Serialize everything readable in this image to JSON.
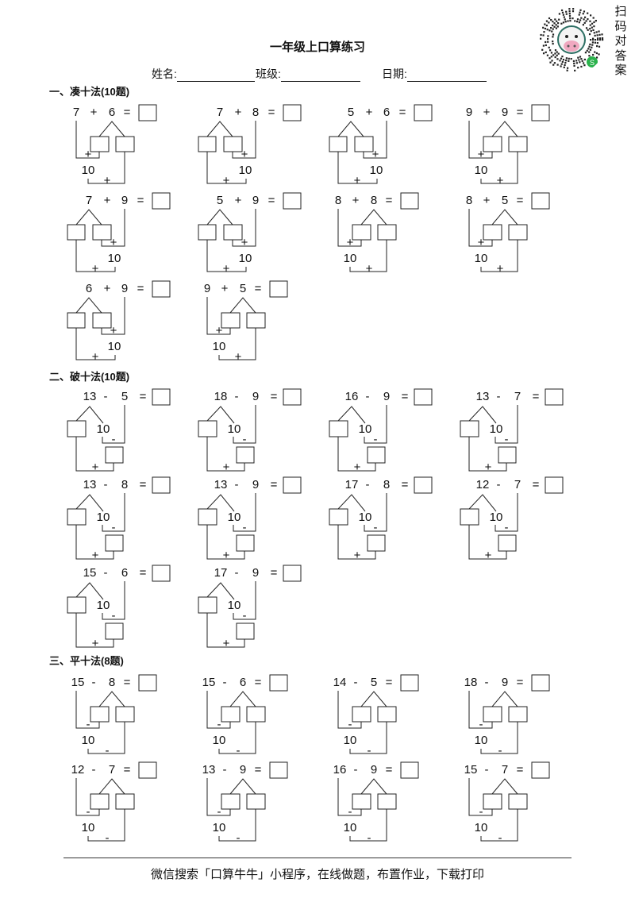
{
  "header": {
    "title": "一年级上口算练习",
    "fields": [
      "姓名:",
      "班级:",
      "日期:"
    ],
    "qr_label": "扫码对答案"
  },
  "sections": [
    {
      "heading": "一、凑十法(10题)",
      "kind": "add",
      "problems": [
        {
          "a": "7",
          "op": "+",
          "b": "6",
          "split": "second"
        },
        {
          "a": "7",
          "op": "+",
          "b": "8",
          "split": "first"
        },
        {
          "a": "5",
          "op": "+",
          "b": "6",
          "split": "first"
        },
        {
          "a": "9",
          "op": "+",
          "b": "9",
          "split": "second"
        },
        {
          "a": "7",
          "op": "+",
          "b": "9",
          "split": "first"
        },
        {
          "a": "5",
          "op": "+",
          "b": "9",
          "split": "first"
        },
        {
          "a": "8",
          "op": "+",
          "b": "8",
          "split": "second"
        },
        {
          "a": "8",
          "op": "+",
          "b": "5",
          "split": "second"
        },
        {
          "a": "6",
          "op": "+",
          "b": "9",
          "split": "first"
        },
        {
          "a": "9",
          "op": "+",
          "b": "5",
          "split": "second"
        }
      ]
    },
    {
      "heading": "二、破十法(10题)",
      "kind": "break",
      "problems": [
        {
          "a": "13",
          "op": "-",
          "b": "5"
        },
        {
          "a": "18",
          "op": "-",
          "b": "9"
        },
        {
          "a": "16",
          "op": "-",
          "b": "9"
        },
        {
          "a": "13",
          "op": "-",
          "b": "7"
        },
        {
          "a": "13",
          "op": "-",
          "b": "8"
        },
        {
          "a": "13",
          "op": "-",
          "b": "9"
        },
        {
          "a": "17",
          "op": "-",
          "b": "8"
        },
        {
          "a": "12",
          "op": "-",
          "b": "7"
        },
        {
          "a": "15",
          "op": "-",
          "b": "6"
        },
        {
          "a": "17",
          "op": "-",
          "b": "9"
        }
      ]
    },
    {
      "heading": "三、平十法(8题)",
      "kind": "level",
      "problems": [
        {
          "a": "15",
          "op": "-",
          "b": "8"
        },
        {
          "a": "15",
          "op": "-",
          "b": "6"
        },
        {
          "a": "14",
          "op": "-",
          "b": "5"
        },
        {
          "a": "18",
          "op": "-",
          "b": "9"
        },
        {
          "a": "12",
          "op": "-",
          "b": "7"
        },
        {
          "a": "13",
          "op": "-",
          "b": "9"
        },
        {
          "a": "16",
          "op": "-",
          "b": "9"
        },
        {
          "a": "15",
          "op": "-",
          "b": "7"
        }
      ]
    }
  ],
  "labels": {
    "ten": "10",
    "plus": "+",
    "minus": "-",
    "equals": "="
  },
  "footer": "微信搜索「口算牛牛」小程序，在线做题，布置作业，下载打印"
}
